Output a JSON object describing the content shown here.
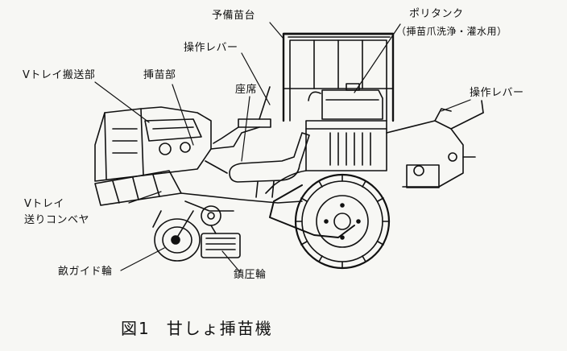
{
  "labels": {
    "reserve_seedling_stand": "予備苗台",
    "poly_tank": "ポリタンク",
    "poly_tank_note": "（挿苗爪洗浄・灌水用）",
    "control_lever_top": "操作レバー",
    "control_lever_right": "操作レバー",
    "v_tray_conveyor_unit": "Vトレイ搬送部",
    "planting_unit": "挿苗部",
    "seat": "座席",
    "v_tray_feed_conveyor_line1": "Vトレイ",
    "v_tray_feed_conveyor_line2": "送りコンベヤ",
    "ridge_guide_wheel": "畝ガイド輪",
    "press_wheel": "鎮圧輪"
  },
  "caption": {
    "figure_number": "図1",
    "title": "甘しょ挿苗機"
  },
  "colors": {
    "ink": "#111111",
    "paper": "#f7f7f4"
  }
}
